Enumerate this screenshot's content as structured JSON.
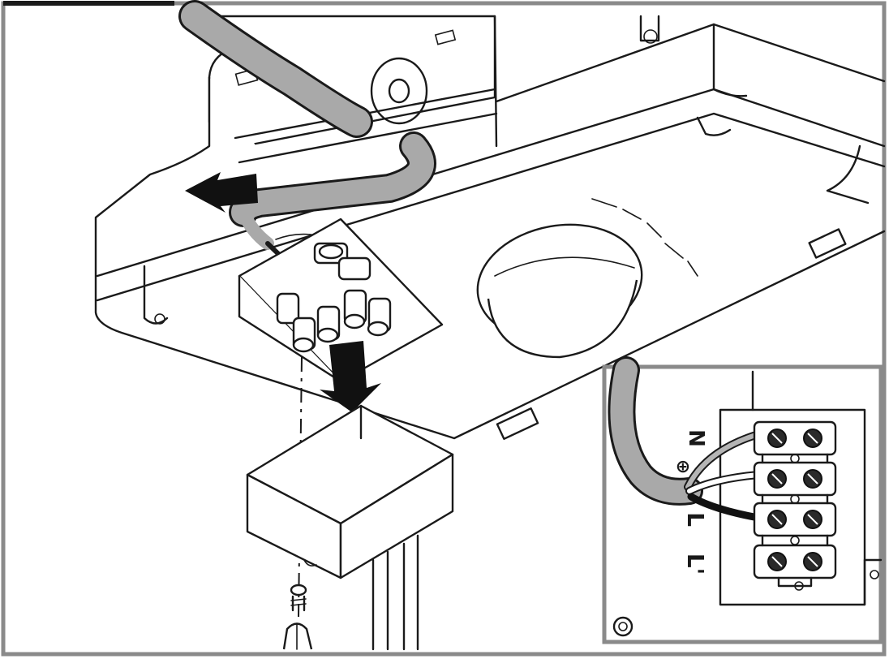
{
  "terminal_labels": {
    "neutral": "N",
    "earth": "⊕",
    "live": "L",
    "live_switched": "L'"
  },
  "colors": {
    "ink": "#1a1a1a",
    "cable_grey": "#a9a9a9",
    "frame_grey": "#8a8a8a",
    "paper": "#ffffff"
  },
  "icons": [
    "arrow-left-icon",
    "arrow-down-icon",
    "screw-icon",
    "screwdriver-icon",
    "earth-symbol-icon"
  ]
}
